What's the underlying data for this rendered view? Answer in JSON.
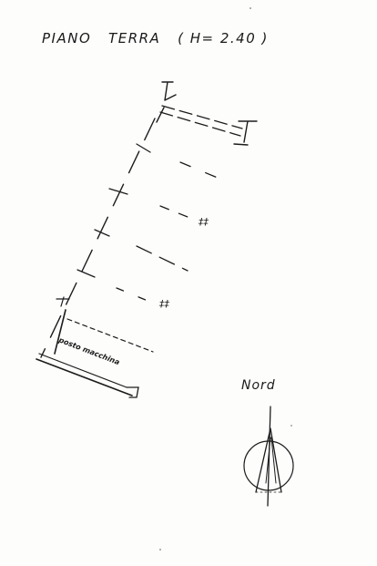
{
  "drawing": {
    "title": "PIANO   TERRA   ( H= 2.40 )",
    "room_label": "posto macchina",
    "north_label": "Nord"
  }
}
